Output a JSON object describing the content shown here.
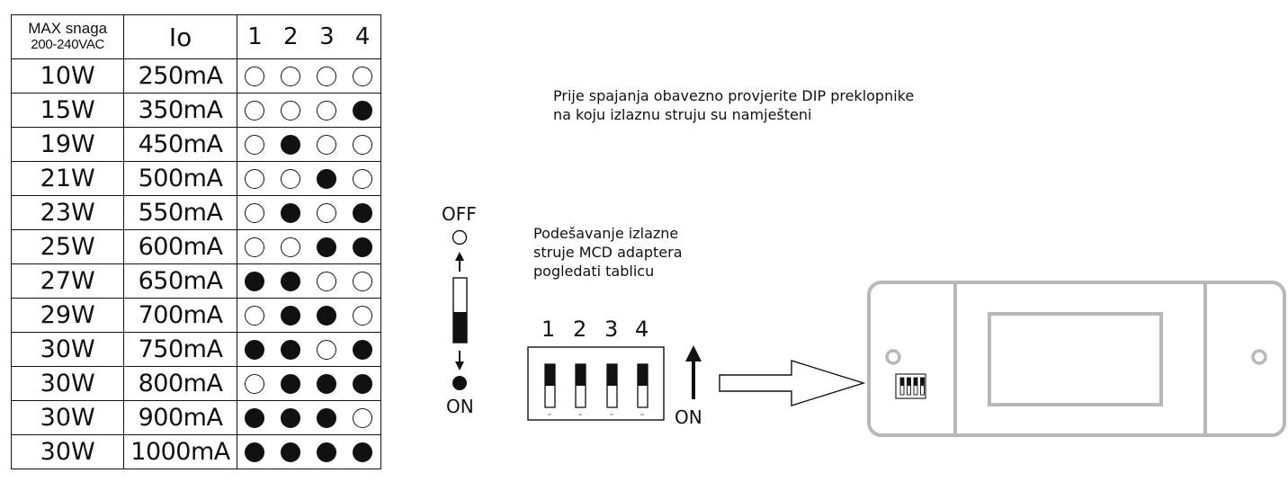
{
  "table": {
    "header": {
      "power_line1": "MAX snaga",
      "power_line2": "200-240VAC",
      "current": "Io",
      "switches": [
        "1",
        "2",
        "3",
        "4"
      ]
    },
    "rows": [
      {
        "power": "10W",
        "current": "250mA",
        "switches": [
          0,
          0,
          0,
          0
        ]
      },
      {
        "power": "15W",
        "current": "350mA",
        "switches": [
          0,
          0,
          0,
          1
        ]
      },
      {
        "power": "19W",
        "current": "450mA",
        "switches": [
          0,
          1,
          0,
          0
        ]
      },
      {
        "power": "21W",
        "current": "500mA",
        "switches": [
          0,
          0,
          1,
          0
        ]
      },
      {
        "power": "23W",
        "current": "550mA",
        "switches": [
          0,
          1,
          0,
          1
        ]
      },
      {
        "power": "25W",
        "current": "600mA",
        "switches": [
          0,
          0,
          1,
          1
        ]
      },
      {
        "power": "27W",
        "current": "650mA",
        "switches": [
          1,
          1,
          0,
          0
        ]
      },
      {
        "power": "29W",
        "current": "700mA",
        "switches": [
          0,
          1,
          1,
          0
        ]
      },
      {
        "power": "30W",
        "current": "750mA",
        "switches": [
          1,
          1,
          0,
          1
        ]
      },
      {
        "power": "30W",
        "current": "800mA",
        "switches": [
          0,
          1,
          1,
          1
        ]
      },
      {
        "power": "30W",
        "current": "900mA",
        "switches": [
          1,
          1,
          1,
          0
        ]
      },
      {
        "power": "30W",
        "current": "1000mA",
        "switches": [
          1,
          1,
          1,
          1
        ]
      }
    ]
  },
  "notes": {
    "warning_line1": "Prije spajanja obavezno provjerite DIP preklopnike",
    "warning_line2": "na koju izlaznu struju su namješteni",
    "setup_line1": "Podešavanje izlazne",
    "setup_line2": "struje MCD adaptera",
    "setup_line3": "pogledati tablicu"
  },
  "legend": {
    "off_label": "OFF",
    "on_label": "ON"
  },
  "dip_block": {
    "numbers": [
      "1",
      "2",
      "3",
      "4"
    ],
    "on_label": "ON"
  },
  "colors": {
    "ink": "#111111",
    "device_outline": "#b8b8b8"
  }
}
